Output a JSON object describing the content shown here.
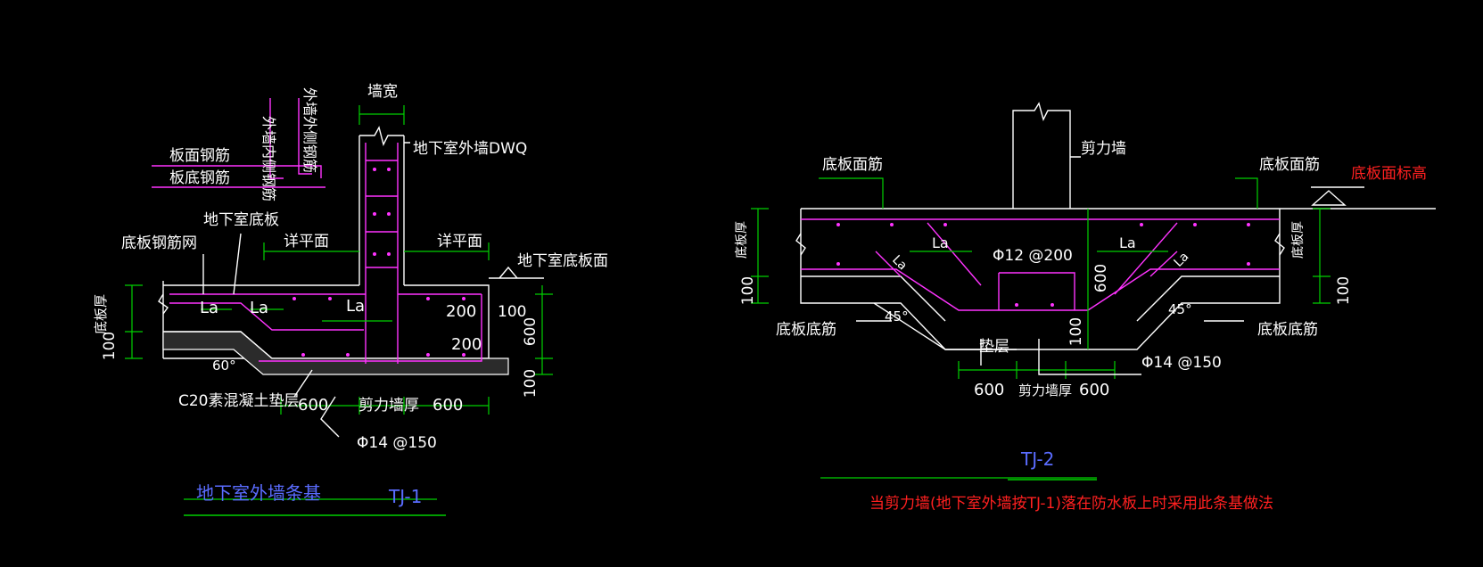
{
  "colors": {
    "background": "#000000",
    "line": "#ffffff",
    "dimension": "#00d000",
    "rebar": "#ff33ff",
    "title_blue": "#5a6cff",
    "note_red": "#ff2020"
  },
  "tj1": {
    "labels": {
      "wall_width": "墙宽",
      "outer_wall": "地下室外墙DWQ",
      "inner_rebar": "外墙内侧钢筋",
      "outer_rebar": "外墙外侧钢筋",
      "slab_top_rebar": "板面钢筋",
      "slab_bottom_rebar": "板底钢筋",
      "basement_slab": "地下室底板",
      "slab_mesh": "底板钢筋网",
      "detail_left": "详平面",
      "detail_right": "详平面",
      "slab_surface": "地下室底板面",
      "slab_thickness": "底板厚",
      "la1": "La",
      "la2": "La",
      "la3": "La",
      "dim_200_top": "200",
      "dim_200_bot": "200",
      "dim_100_right": "100",
      "dim_600_right": "600",
      "dim_100_left": "100",
      "dim_100_bottom": "100",
      "angle": "60°",
      "cushion": "C20素混凝土垫层",
      "dim_600_left": "600",
      "shear_wall_thickness": "剪力墙厚",
      "dim_600_right_bottom": "600",
      "rebar_spec": "Φ14 @150"
    },
    "title": "地下室外墙条基",
    "code": "TJ-1"
  },
  "tj2": {
    "labels": {
      "shear_wall": "剪力墙",
      "slab_top_left": "底板面筋",
      "slab_top_right": "底板面筋",
      "slab_level": "底板面标高",
      "thickness_left": "底板厚",
      "thickness_right": "底板厚",
      "la_left": "La",
      "la_right": "La",
      "la_diag_left": "La",
      "la_diag_right": "La",
      "rebar_top": "Φ12 @200",
      "dim_600_vert": "600",
      "dim_100_left": "100",
      "dim_100_right": "100",
      "dim_100_center": "100",
      "angle_left": "45°",
      "angle_right": "45°",
      "slab_bottom_left": "底板底筋",
      "slab_bottom_right": "底板底筋",
      "cushion": "垫层",
      "rebar_bottom": "Φ14 @150",
      "dim_600_left": "600",
      "shear_wall_thickness": "剪力墙厚",
      "dim_600_right": "600"
    },
    "code": "TJ-2",
    "note": "当剪力墙(地下室外墙按TJ-1)落在防水板上时采用此条基做法"
  }
}
